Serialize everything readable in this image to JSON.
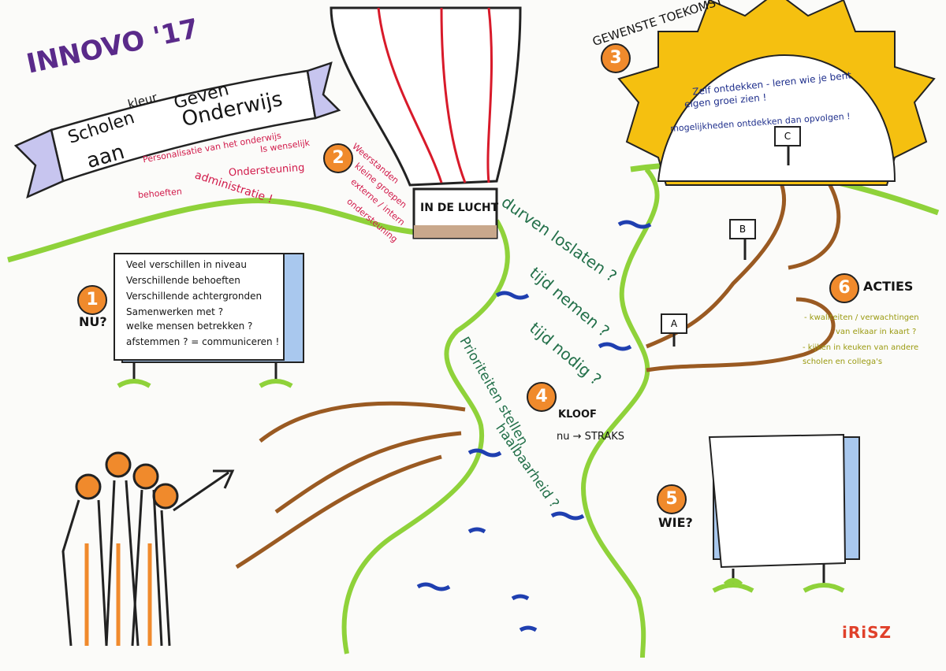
{
  "title": {
    "event": "INNOVO '17",
    "banner_line1": "Scholen",
    "banner_kleur": "kleur",
    "banner_geven": "Geven",
    "banner_line2": "aan",
    "banner_onderwijs": "Onderwijs"
  },
  "red_notes": [
    "Personalisatie van het onderwijs",
    "Is wenselijk",
    "Ondersteuning",
    "administratie !",
    "behoeften"
  ],
  "section2": {
    "number": "2",
    "balloon_label": "IN DE LUCHT",
    "notes": [
      "Weerstanden",
      "kleine groepen",
      "externe / intern",
      "ondersteuning"
    ]
  },
  "section3": {
    "number": "3",
    "label": "GEWENSTE TOEKOMST",
    "notes": [
      "Zelf ontdekken - leren wie je bent",
      "eigen groei zien !",
      "mogelijkheden ontdekken dan opvolgen !"
    ]
  },
  "section1": {
    "number": "1",
    "label": "NU?",
    "board_lines": [
      "Veel verschillen in niveau",
      "Verschillende behoeften",
      "Verschillende achtergronden",
      "Samenwerken met ?",
      "welke mensen betrekken ?",
      "afstemmen ? = communiceren !"
    ]
  },
  "section4": {
    "number": "4",
    "label_kloof": "KLOOF",
    "label_nu_straks": "nu → STRAKS",
    "river_notes": [
      "durven loslaten ?",
      "tijd nemen ?",
      "tijd nodig ?",
      "Prioriteiten stellen",
      "haalbaarheid ?"
    ]
  },
  "section5": {
    "number": "5",
    "label": "WIE?"
  },
  "section6": {
    "number": "6",
    "label": "ACTIES",
    "notes": [
      "- kwaliteiten / verwachtingen",
      "van elkaar in kaart ?",
      "- kijken in keuken van andere",
      "scholen en collega's"
    ]
  },
  "path_signs": [
    "A",
    "B",
    "C"
  ],
  "logo": "iRiSZ",
  "colors": {
    "green": "#8fd23a",
    "brown": "#9a5a22",
    "sun": "#f5c010",
    "board_shadow": "#a9c8ee",
    "orange": "#f08a2c"
  }
}
